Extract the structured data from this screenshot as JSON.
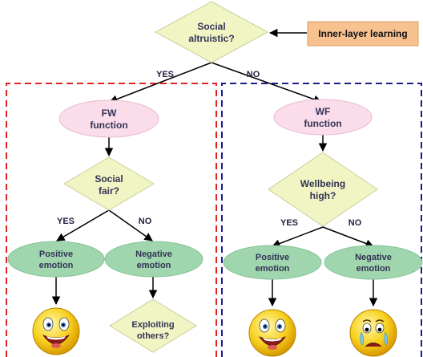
{
  "nodes": {
    "social_altruistic": {
      "line1": "Social",
      "line2": "altruistic?"
    },
    "inner_layer": {
      "label": "Inner-layer learning"
    },
    "fw_function": {
      "line1": "FW",
      "line2": "function"
    },
    "wf_function": {
      "line1": "WF",
      "line2": "function"
    },
    "social_fair": {
      "line1": "Social",
      "line2": "fair?"
    },
    "wellbeing_high": {
      "line1": "Wellbeing",
      "line2": "high?"
    },
    "left_positive": {
      "line1": "Positive",
      "line2": "emotion"
    },
    "left_negative": {
      "line1": "Negative",
      "line2": "emotion"
    },
    "right_positive": {
      "line1": "Positive",
      "line2": "emotion"
    },
    "right_negative": {
      "line1": "Negative",
      "line2": "emotion"
    },
    "exploiting": {
      "line1": "Exploiting",
      "line2": "others?"
    }
  },
  "edges": {
    "top_yes": "YES",
    "top_no": "NO",
    "left_yes": "YES",
    "left_no": "NO",
    "right_yes": "YES",
    "right_no": "NO"
  },
  "colors": {
    "diamond_fill": "#f1f5c4",
    "diamond_stroke": "#c9cf9a",
    "pink_fill": "#fbdcea",
    "pink_stroke": "#e7bccd",
    "green_fill": "#9fd6ae",
    "green_stroke": "#86c297",
    "orange_fill": "#f8c190",
    "orange_stroke": "#d9a06a",
    "left_dash": "#e02424",
    "right_dash": "#1c1c8c",
    "arrow": "#000000",
    "face_yellow": "#f7d21e"
  },
  "icons": {
    "left_face": "happy-face-icon",
    "right_happy": "happy-face-icon",
    "right_sad": "crying-face-icon"
  }
}
